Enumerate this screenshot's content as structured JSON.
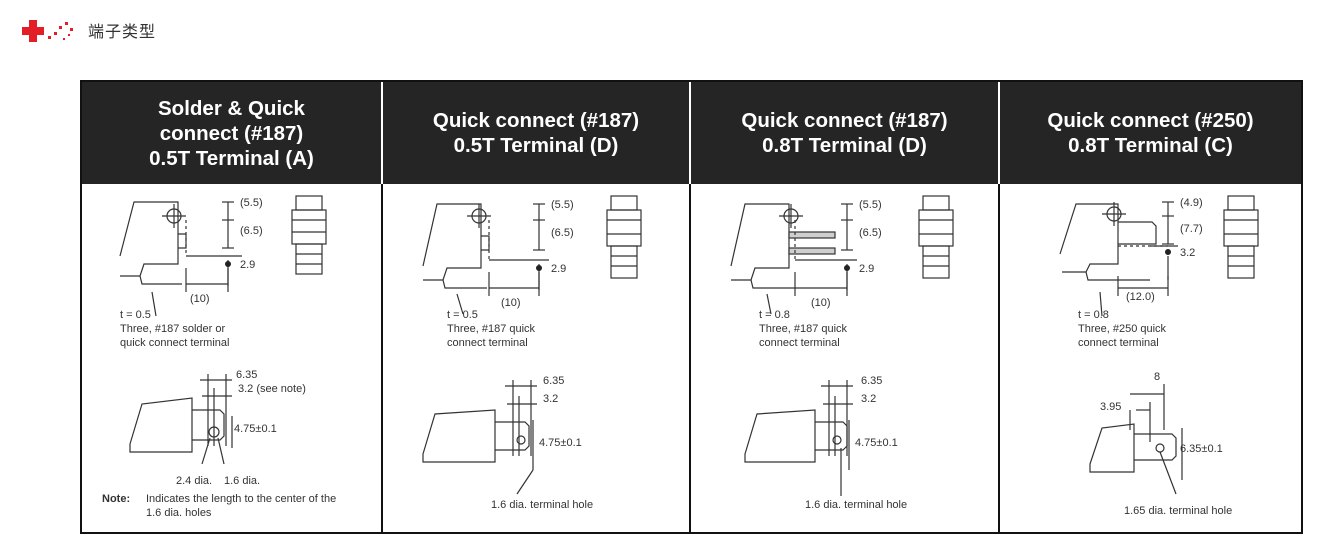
{
  "heading": {
    "logo": "red-cross-sparkle-logo",
    "title": "端子类型"
  },
  "columns": [
    {
      "title_lines": [
        "Solder & Quick",
        "connect (#187)",
        "0.5T Terminal  (A)"
      ],
      "dims_top": [
        "(5.5)",
        "(6.5)",
        "2.9",
        "(10)"
      ],
      "spec": [
        "t = 0.5",
        "Three, #187 solder or",
        "quick connect terminal"
      ],
      "dims_bottom": [
        "6.35",
        "3.2 (see note)",
        "4.75±0.1"
      ],
      "hole_labels": [
        "2.4 dia.",
        "1.6 dia."
      ],
      "note_label": "Note:",
      "note_lines": [
        "Indicates the length to the center of the",
        "1.6 dia. holes"
      ]
    },
    {
      "title_lines": [
        "Quick connect (#187)",
        "0.5T Terminal  (D)"
      ],
      "dims_top": [
        "(5.5)",
        "(6.5)",
        "2.9",
        "(10)"
      ],
      "spec": [
        "t = 0.5",
        "Three, #187 quick",
        "connect terminal"
      ],
      "dims_bottom": [
        "6.35",
        "3.2",
        "4.75±0.1"
      ],
      "caption": "1.6 dia. terminal hole"
    },
    {
      "title_lines": [
        "Quick connect (#187)",
        "0.8T Terminal  (D)"
      ],
      "dims_top": [
        "(5.5)",
        "(6.5)",
        "2.9",
        "(10)"
      ],
      "spec": [
        "t = 0.8",
        "Three, #187 quick",
        "connect terminal"
      ],
      "dims_bottom": [
        "6.35",
        "3.2",
        "4.75±0.1"
      ],
      "caption": "1.6 dia. terminal hole"
    },
    {
      "title_lines": [
        "Quick connect (#250)",
        "0.8T Terminal  (C)"
      ],
      "dims_top": [
        "(4.9)",
        "(7.7)",
        "3.2",
        "(12.0)"
      ],
      "spec": [
        "t = 0.8",
        "Three, #250 quick",
        "connect terminal"
      ],
      "dims_bottom": [
        "8",
        "3.95",
        "6.35±0.1"
      ],
      "caption": "1.65 dia. terminal hole"
    }
  ]
}
